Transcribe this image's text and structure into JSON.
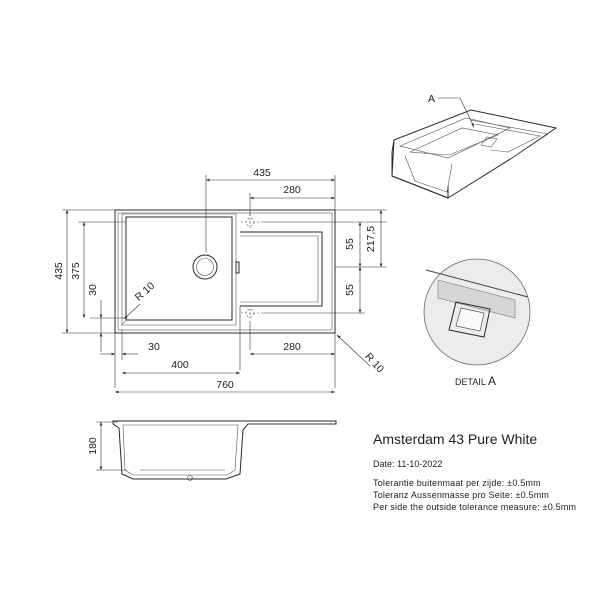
{
  "product": {
    "title": "Amsterdam 43 Pure White",
    "date": "Date: 11-10-2022",
    "tolerance_nl": "Tolerantie buitenmaat per zijde: ±0.5mm",
    "tolerance_de": "Toleranz Aussenmasse pro Seite: ±0.5mm",
    "tolerance_en": "Per side the outside tolerance measure: ±0.5mm"
  },
  "detail": {
    "prefix": "DETAIL",
    "letter": "A",
    "callout": "A"
  },
  "dimensions": {
    "top_435": "435",
    "top_280": "280",
    "right_55_top": "55",
    "right_217_5": "217,5",
    "right_55_bottom": "55",
    "left_435": "435",
    "left_375": "375",
    "left_30": "30",
    "radius_inner": "R 10",
    "radius_outer": "R 10",
    "bottom_30": "30",
    "bottom_280": "280",
    "bottom_400": "400",
    "bottom_760": "760",
    "section_180": "180"
  }
}
